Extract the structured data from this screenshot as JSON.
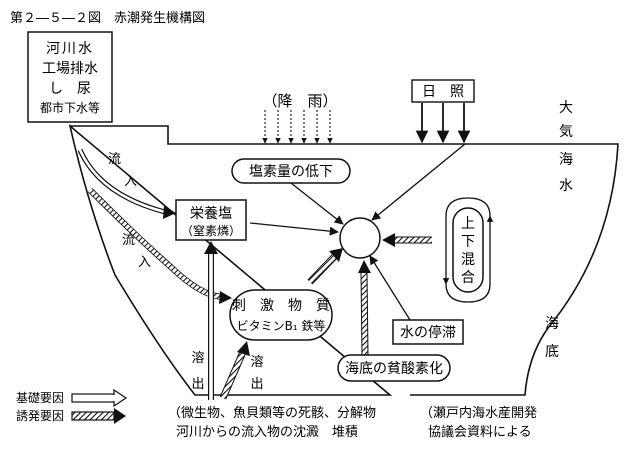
{
  "title": "第２―５―２図　赤潮発生機構図",
  "sources_box": [
    "河川水",
    "工場排水",
    "し　尿",
    "都市下水等"
  ],
  "rain_label": "（降　雨）",
  "sunlight_label": "日　照",
  "atmosphere_label": [
    "大",
    "気"
  ],
  "seawater_label": [
    "海",
    "水"
  ],
  "seafloor_label": [
    "海",
    "底"
  ],
  "inflow_upper": [
    "流",
    "入"
  ],
  "inflow_lower": [
    "流",
    "入"
  ],
  "salt_decrease": "塩素量の低下",
  "nutrients": [
    "栄養塩",
    "（窒素燐）"
  ],
  "vertical_mixing": [
    "上",
    "下",
    "混",
    "合"
  ],
  "stimulants": [
    "刺　激　物　質",
    "ビタミンB₁ 鉄等"
  ],
  "water_stagnation": "水の停滞",
  "dissolution_left": [
    "溶",
    "出"
  ],
  "dissolution_right": [
    "溶",
    "出"
  ],
  "sea_floor_oxygen": "海底の貧酸素化",
  "legend": {
    "basic": "基礎要因",
    "triggering": "誘発要因"
  },
  "bottom_note": [
    "（微生物、魚貝類等の死骸、分解物",
    "河川からの流入物の沈澱　堆積"
  ],
  "source_note": [
    "（瀬戸内海水産開発",
    "協議会資料による"
  ]
}
